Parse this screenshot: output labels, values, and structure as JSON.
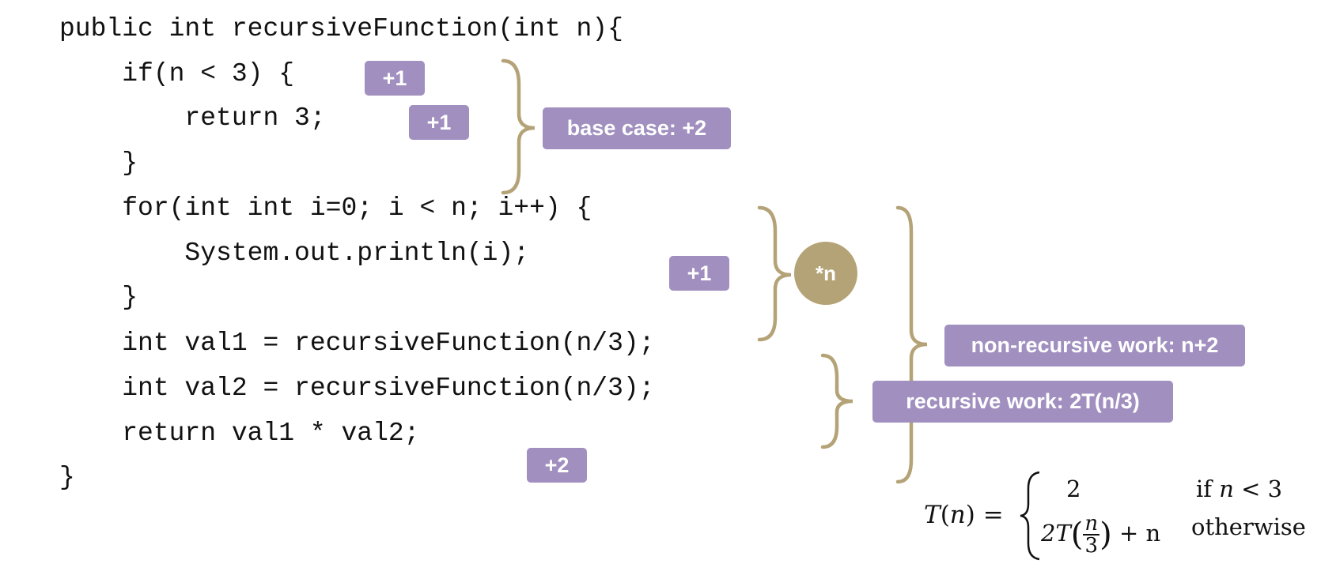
{
  "code": {
    "lines": [
      "public int recursiveFunction(int n){",
      "    if(n < 3) {",
      "        return 3;",
      "    }",
      "    for(int int i=0; i < n; i++) {",
      "        System.out.println(i);",
      "    }",
      "    int val1 = recursiveFunction(n/3);",
      "    int val2 = recursiveFunction(n/3);",
      "    return val1 * val2;",
      "}"
    ]
  },
  "annotations": {
    "if_cost": "+1",
    "return3_cost": "+1",
    "println_cost": "+1",
    "return_cost": "+2",
    "base_case": "base case: +2",
    "loop_multiplier": "*n",
    "non_recursive_work": "non-recursive work: n+2",
    "recursive_work": "recursive work: 2T(n/3)"
  },
  "formula": {
    "lhs_func": "T",
    "lhs_var": "n",
    "case1_value": "2",
    "case1_condition_word": "if",
    "case1_condition_var": "n",
    "case1_condition_rest": "< 3",
    "case2_coefficient": "2T",
    "case2_num": "n",
    "case2_den": "3",
    "case2_rest": "+ n",
    "case2_condition": "otherwise"
  },
  "colors": {
    "tag_background": "#a08fbf",
    "brace_color": "#b5a378",
    "text": "#111111"
  }
}
